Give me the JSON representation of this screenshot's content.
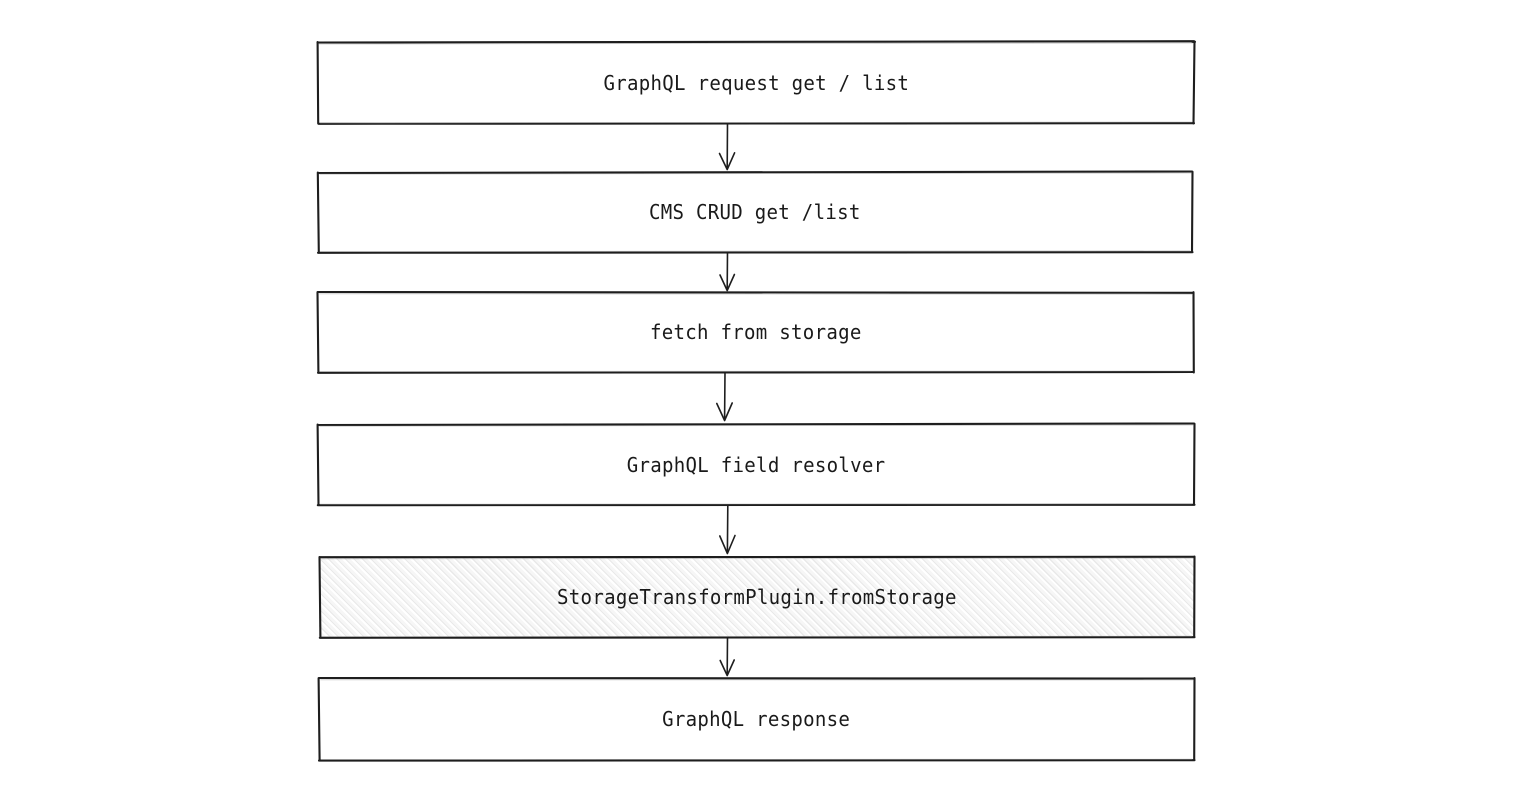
{
  "diagram": {
    "type": "flowchart",
    "orientation": "top-to-bottom",
    "style": "hand-drawn-sketch",
    "background_color": "#ffffff",
    "stroke_color": "#1e1e1e",
    "text_color": "#1a1a1a",
    "highlight_fill_color": "#f8f8f8",
    "nodes": [
      {
        "id": "graphql-request",
        "label": "GraphQL request get / list",
        "fill": "white",
        "highlighted": false
      },
      {
        "id": "cms-crud",
        "label": "CMS CRUD get /list",
        "fill": "white",
        "highlighted": false
      },
      {
        "id": "fetch-from-storage",
        "label": "fetch from storage",
        "fill": "white",
        "highlighted": false
      },
      {
        "id": "graphql-field-resolver",
        "label": "GraphQL field resolver",
        "fill": "white",
        "highlighted": false
      },
      {
        "id": "storage-transform-plugin",
        "label": "StorageTransformPlugin.fromStorage",
        "fill": "hatched",
        "highlighted": true
      },
      {
        "id": "graphql-response",
        "label": "GraphQL response",
        "fill": "white",
        "highlighted": false
      }
    ],
    "edges": [
      {
        "from": "graphql-request",
        "to": "cms-crud",
        "arrowhead": "open-v"
      },
      {
        "from": "cms-crud",
        "to": "fetch-from-storage",
        "arrowhead": "open-v"
      },
      {
        "from": "fetch-from-storage",
        "to": "graphql-field-resolver",
        "arrowhead": "open-v"
      },
      {
        "from": "graphql-field-resolver",
        "to": "storage-transform-plugin",
        "arrowhead": "open-v"
      },
      {
        "from": "storage-transform-plugin",
        "to": "graphql-response",
        "arrowhead": "open-v"
      }
    ]
  }
}
